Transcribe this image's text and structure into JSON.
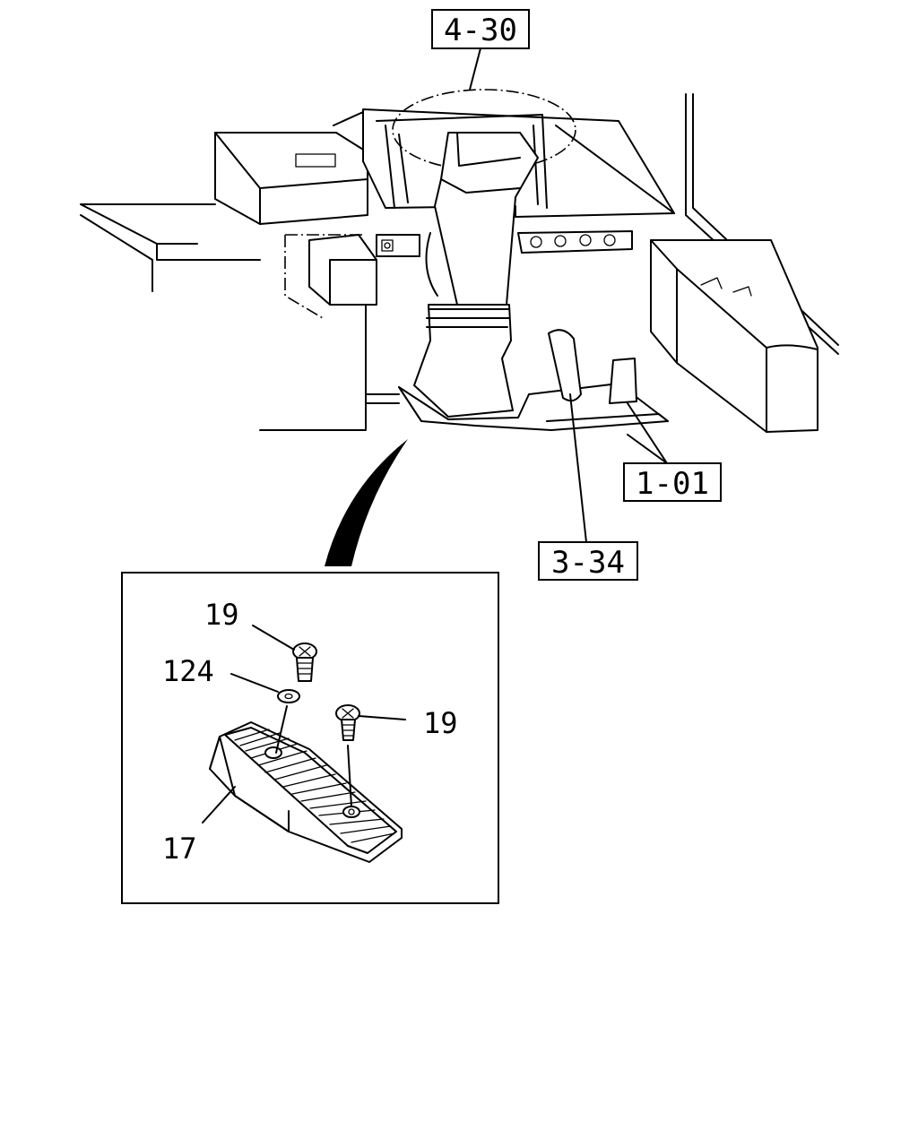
{
  "references": {
    "steering": "4-30",
    "floor": "1-01",
    "accelerator": "3-34"
  },
  "callouts": {
    "screw_top": "19",
    "washer": "124",
    "screw_right": "19",
    "pedal": "17"
  }
}
